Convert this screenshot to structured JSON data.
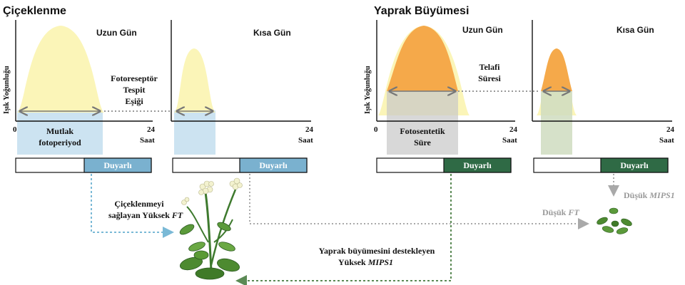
{
  "colors": {
    "light_curve": "#fbf5b8",
    "dark_curve": "#f5a94a",
    "photoperiod_band": "#cce3f1",
    "photosynthetic_band": "#c8c8c8",
    "photosynthetic_band_short": "#cfdcc0",
    "sensitive_blue": "#7ab1cf",
    "sensitive_green": "#2f6a45",
    "arrow_blue": "#7ab9d6",
    "arrow_green": "#5b8a55",
    "arrow_grey": "#a9a9a9"
  },
  "panels": {
    "flowering": {
      "title": "Çiçeklenme",
      "long_day": "Uzun Gün",
      "short_day": "Kısa Gün",
      "y_axis_label": "Işık Yoğunluğu",
      "threshold_line1": "Fotoreseptör",
      "threshold_line2": "Tespit",
      "threshold_line3": "Eşiği",
      "band_line1": "Mutlak",
      "band_line2": "fotoperiyod",
      "sensitive": "Duyarlı"
    },
    "leaf": {
      "title": "Yaprak Büyümesi",
      "long_day": "Uzun Gün",
      "short_day": "Kısa Gün",
      "y_axis_label": "Işık Yoğunluğu",
      "compensation_line1": "Telafi",
      "compensation_line2": "Süresi",
      "band_line1": "Fotosentetik",
      "band_line2": "Süre",
      "sensitive": "Duyarlı"
    }
  },
  "axes": {
    "zero": "0",
    "max": "24",
    "unit": "Saat"
  },
  "outcomes": {
    "high_ft_line1": "Çiçeklenmeyi",
    "high_ft_line2_prefix": "sağlayan Yüksek",
    "high_ft_gene": "FT",
    "low_ft_prefix": "Düşük",
    "low_ft_gene": "FT",
    "low_mips_prefix": "Düşük",
    "low_mips_gene": "MIPS1",
    "high_mips_line1": "Yaprak büyümesini destekleyen",
    "high_mips_line2_prefix": "Yüksek",
    "high_mips_gene": "MIPS1"
  }
}
